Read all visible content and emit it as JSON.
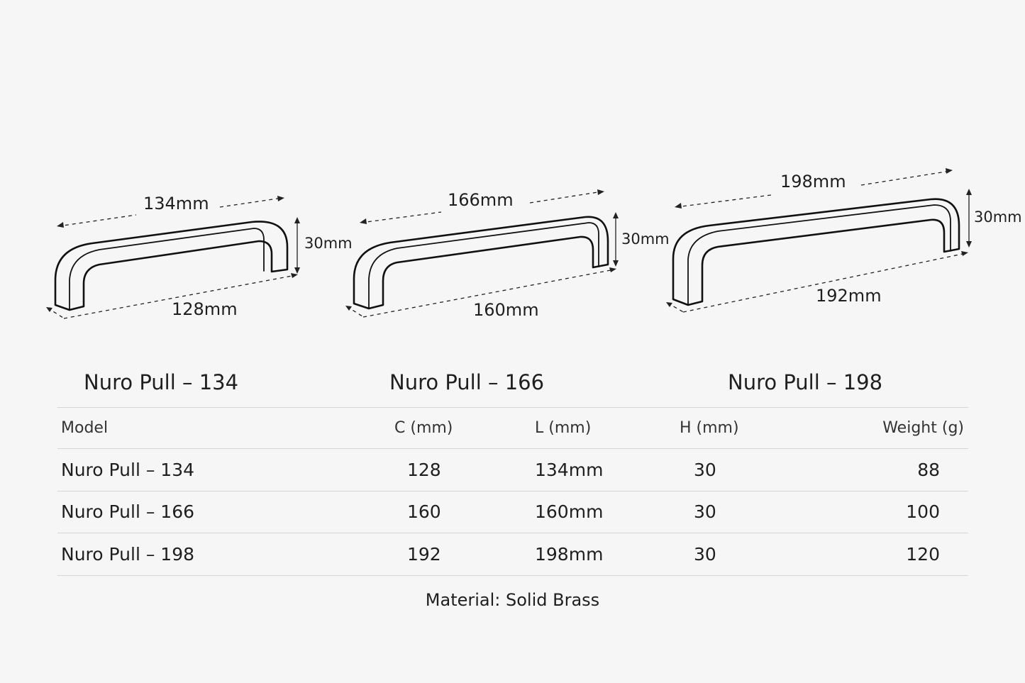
{
  "products": [
    {
      "title": "Nuro Pull – 134",
      "overall_label": "134mm",
      "center_label": "128mm",
      "height_label": "30mm"
    },
    {
      "title": "Nuro Pull – 166",
      "overall_label": "166mm",
      "center_label": "160mm",
      "height_label": "30mm"
    },
    {
      "title": "Nuro Pull – 198",
      "overall_label": "198mm",
      "center_label": "192mm",
      "height_label": "30mm"
    }
  ],
  "table": {
    "headers": [
      "Model",
      "C (mm)",
      "L (mm)",
      "H (mm)",
      "Weight (g)"
    ],
    "rows": [
      [
        "Nuro Pull – 134",
        "128",
        "134mm",
        "30",
        "88"
      ],
      [
        "Nuro Pull – 166",
        "160",
        "160mm",
        "30",
        "100"
      ],
      [
        "Nuro Pull – 198",
        "192",
        "198mm",
        "30",
        "120"
      ]
    ]
  },
  "material": "Material: Solid Brass"
}
